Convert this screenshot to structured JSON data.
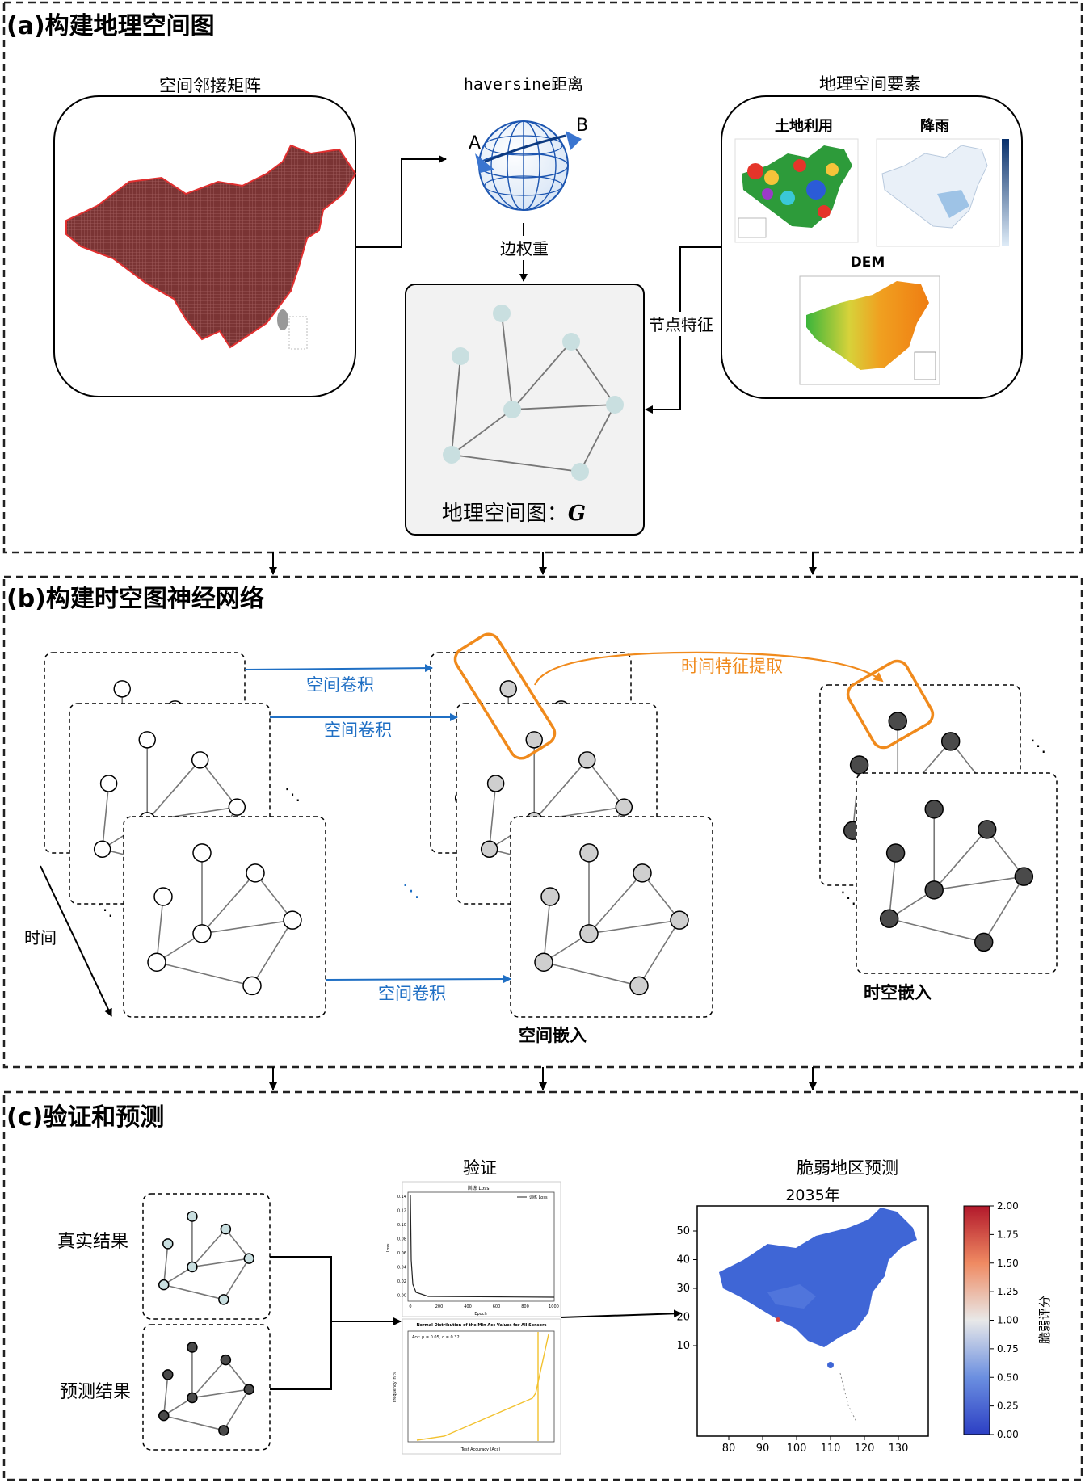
{
  "section_a": {
    "title": "(a)构建地理空间图",
    "adjacency_title": "空间邻接矩阵",
    "haversine_title": "haversine距离",
    "point_a": "A",
    "point_b": "B",
    "edge_weight": "边权重",
    "node_feature": "节点特征",
    "elements_title": "地理空间要素",
    "land_use": "土地利用",
    "rain": "降雨",
    "dem": "DEM",
    "graph_label": "地理空间图：",
    "graph_symbol": "G"
  },
  "section_b": {
    "title": "(b)构建时空图神经网络",
    "spatial_conv_1": "空间卷积",
    "spatial_conv_2": "空间卷积",
    "spatial_conv_3": "空间卷积",
    "temporal_extract": "时间特征提取",
    "time_label": "时间",
    "spatial_embed": "空间嵌入",
    "st_embed": "时空嵌入"
  },
  "section_c": {
    "title": "(c)验证和预测",
    "true_result": "真实结果",
    "pred_result": "预测结果",
    "validation_title": "验证",
    "prediction_title": "脆弱地区预测",
    "year": "2035年",
    "colorbar_label": "脆弱评分",
    "colorbar_ticks": [
      "2.00",
      "1.75",
      "1.50",
      "1.25",
      "1.00",
      "0.75",
      "0.50",
      "0.25",
      "0.00"
    ],
    "map_xticks": [
      "80",
      "90",
      "100",
      "110",
      "120",
      "130"
    ],
    "map_yticks": [
      "50",
      "40",
      "30",
      "20",
      "10"
    ],
    "loss_title": "训练 Loss",
    "loss_legend": "训练 Loss",
    "loss_xlabel": "Epoch",
    "loss_ylabel": "Loss",
    "loss_yticks": [
      "0.14",
      "0.12",
      "0.10",
      "0.08",
      "0.06",
      "0.04",
      "0.02",
      "0.00"
    ],
    "loss_xticks": [
      "0",
      "200",
      "400",
      "600",
      "800",
      "1000"
    ],
    "dist_title": "Normal Distribution of the Min Acc Values for All Sensors",
    "dist_annot": "Acc: μ = 0.05, σ = 0.32",
    "dist_xlabel": "Test Accuracy (Acc)",
    "dist_ylabel": "Frequency in %"
  },
  "colors": {
    "dashed_border": "#222222",
    "blue_arrow": "#1f6fc4",
    "orange": "#f08a1c",
    "light_node": "#c9dfe0",
    "gray_node": "#cfcfcf",
    "dark_node": "#4a4a4a",
    "map_red": "#8b3a3a",
    "map_blue": "#3f66d6"
  }
}
